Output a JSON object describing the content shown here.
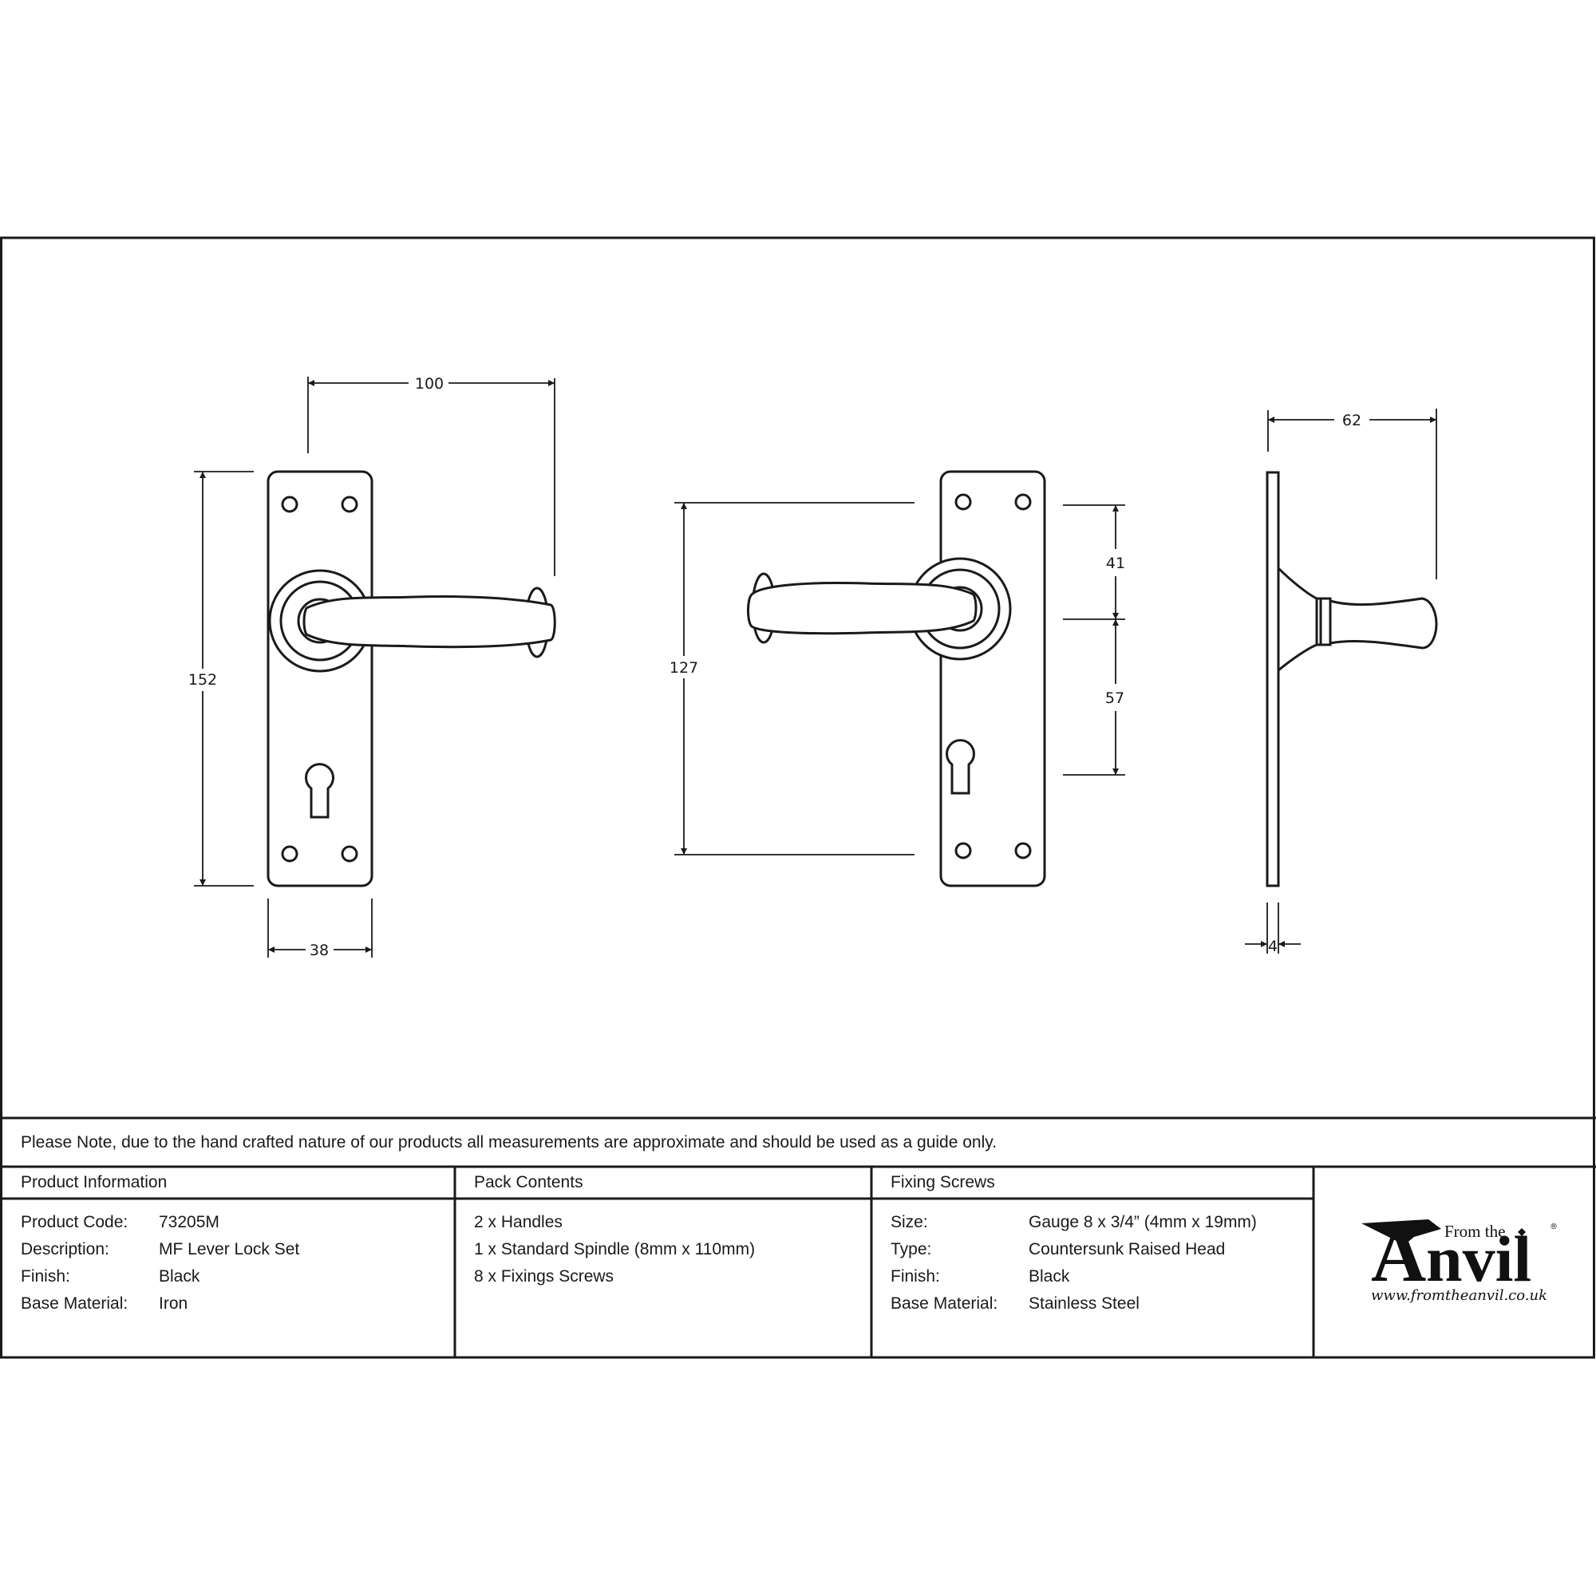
{
  "drawing": {
    "front_view_left": {
      "dim_lever_projection": "100",
      "dim_backplate_height": "152",
      "dim_backplate_width": "38"
    },
    "front_view_right": {
      "dim_fixing_centres": "127",
      "dim_top_fixing_to_spindle": "41",
      "dim_spindle_to_keyhole": "57"
    },
    "side_view": {
      "dim_projection": "62",
      "dim_backplate_thickness": "4"
    }
  },
  "note": "Please Note, due to the hand crafted nature of our products all measurements are approximate and should be used as a guide only.",
  "product_information": {
    "heading": "Product Information",
    "rows": [
      {
        "label": "Product Code:",
        "value": "73205M"
      },
      {
        "label": "Description:",
        "value": "MF Lever Lock Set"
      },
      {
        "label": "Finish:",
        "value": "Black"
      },
      {
        "label": "Base Material:",
        "value": "Iron"
      }
    ]
  },
  "pack_contents": {
    "heading": "Pack Contents",
    "items": [
      "2 x Handles",
      "1 x Standard Spindle (8mm x 110mm)",
      "8 x Fixings Screws"
    ]
  },
  "fixing_screws": {
    "heading": "Fixing Screws",
    "rows": [
      {
        "label": "Size:",
        "value": "Gauge 8 x 3/4” (4mm x 19mm)"
      },
      {
        "label": "Type:",
        "value": "Countersunk Raised Head"
      },
      {
        "label": "Finish:",
        "value": "Black"
      },
      {
        "label": "Base Material:",
        "value": "Stainless Steel"
      }
    ]
  },
  "logo": {
    "from_the": "From the",
    "anvil_rest": "nvil",
    "registered": "®",
    "url": "www.fromtheanvil.co.uk"
  },
  "colors": {
    "line": "#1a1a1a",
    "background": "#ffffff"
  }
}
